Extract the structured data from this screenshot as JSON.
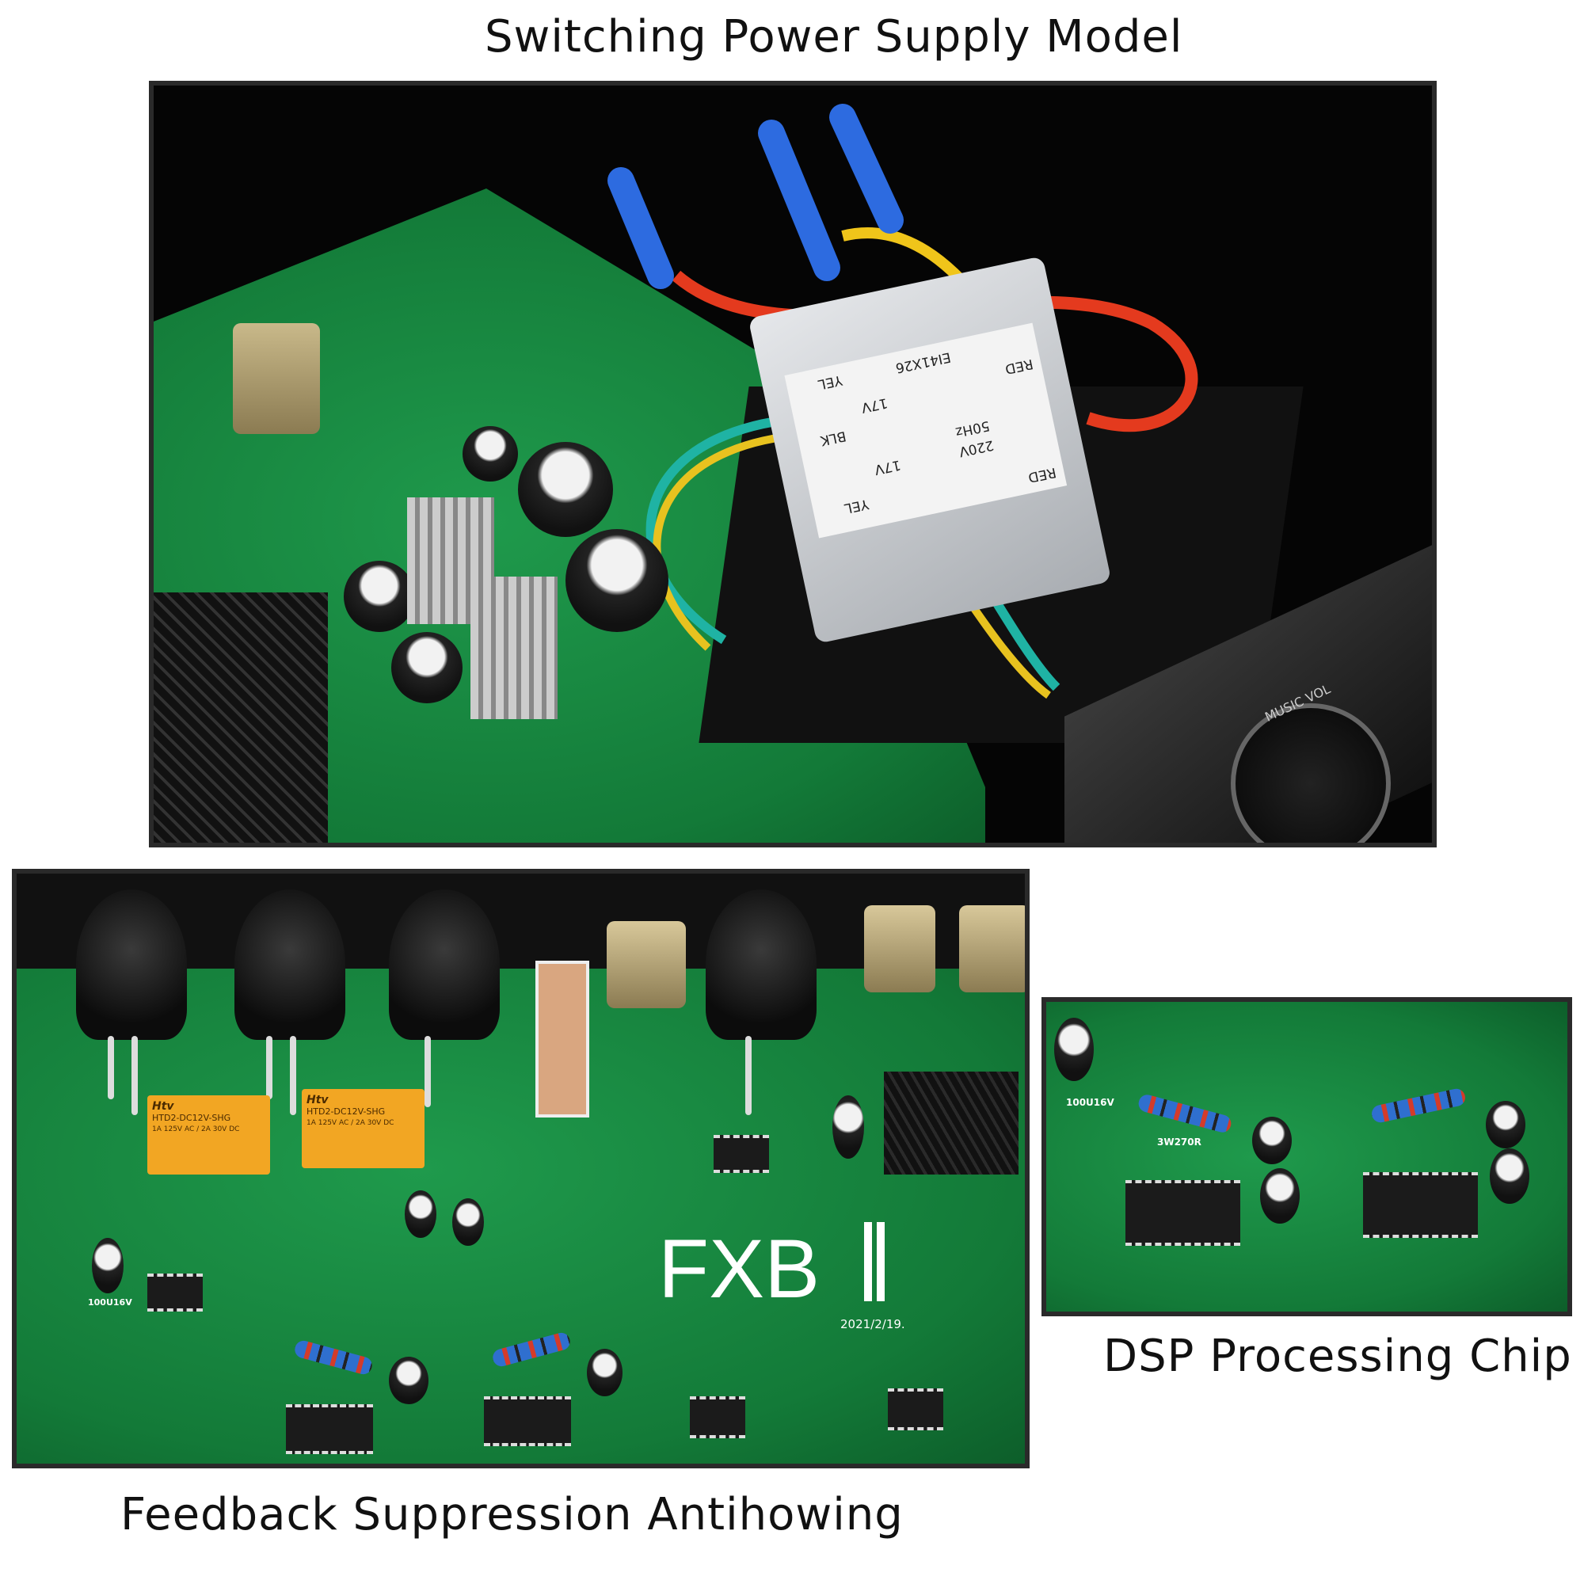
{
  "captions": {
    "top": "Switching Power Supply Model",
    "right": "DSP Processing Chip",
    "bottom": "Feedback Suppression Antihowing"
  },
  "transformer_label": {
    "red_top": "RED",
    "spec_v": "220V",
    "spec_hz": "50Hz",
    "red_right": "RED",
    "model": "EI41X26",
    "yel_top": "YEL",
    "v1": "17V",
    "blk": "BLK",
    "v2": "17V",
    "yel_bottom": "YEL"
  },
  "board": {
    "brand": "FXB",
    "date": "2021/2/19.",
    "relay_brand": "Htv",
    "relay_model": "HTD2-DC12V-SHG",
    "relay_spec": "1A 125V AC / 2A 30V DC",
    "cap_label": "100U16V",
    "resistor_label": "3W270R",
    "knob_label": "MUSIC VOL"
  }
}
